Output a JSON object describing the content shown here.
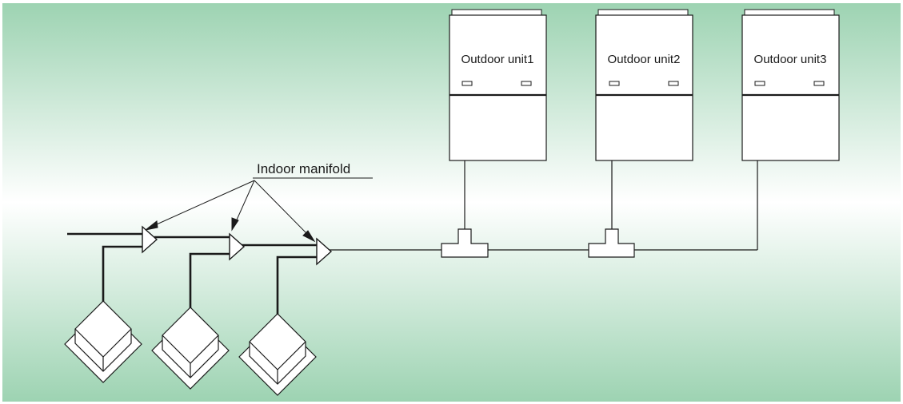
{
  "diagram": {
    "callout": {
      "label": "Indoor manifold"
    },
    "outdoor_units": [
      {
        "label": "Outdoor unit1"
      },
      {
        "label": "Outdoor unit2"
      },
      {
        "label": "Outdoor unit3"
      }
    ],
    "indoor_units_count": 3,
    "colors": {
      "background_top": "#9dd3b2",
      "background_middle": "#ffffff",
      "background_bottom": "#9dd3b2",
      "unit_fill": "#ffffff",
      "line": "#1a1a1a"
    }
  }
}
